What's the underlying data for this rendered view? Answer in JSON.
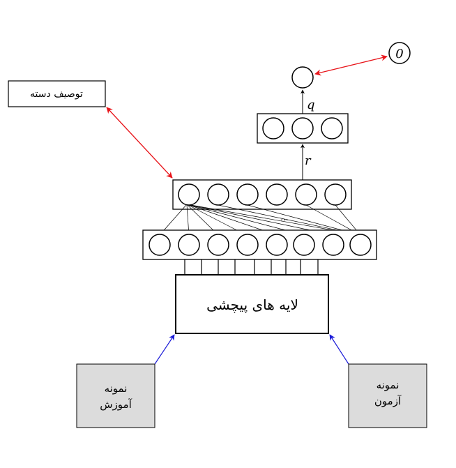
{
  "labels": {
    "class_description": "توصیف دسته",
    "conv_layers": "لایه های پیچشی",
    "train_sample_line1": "نمونه",
    "train_sample_line2": "آموزش",
    "test_sample_line1": "نمونه",
    "test_sample_line2": "آزمون",
    "output_symbol": "0",
    "q_label": "q",
    "r_label": "r",
    "ellipsis": "..."
  },
  "colors": {
    "red_arrow": "#e8141a",
    "blue_arrow": "#1a1ad8",
    "sample_fill": "#dcdcdc",
    "line": "#000000"
  }
}
